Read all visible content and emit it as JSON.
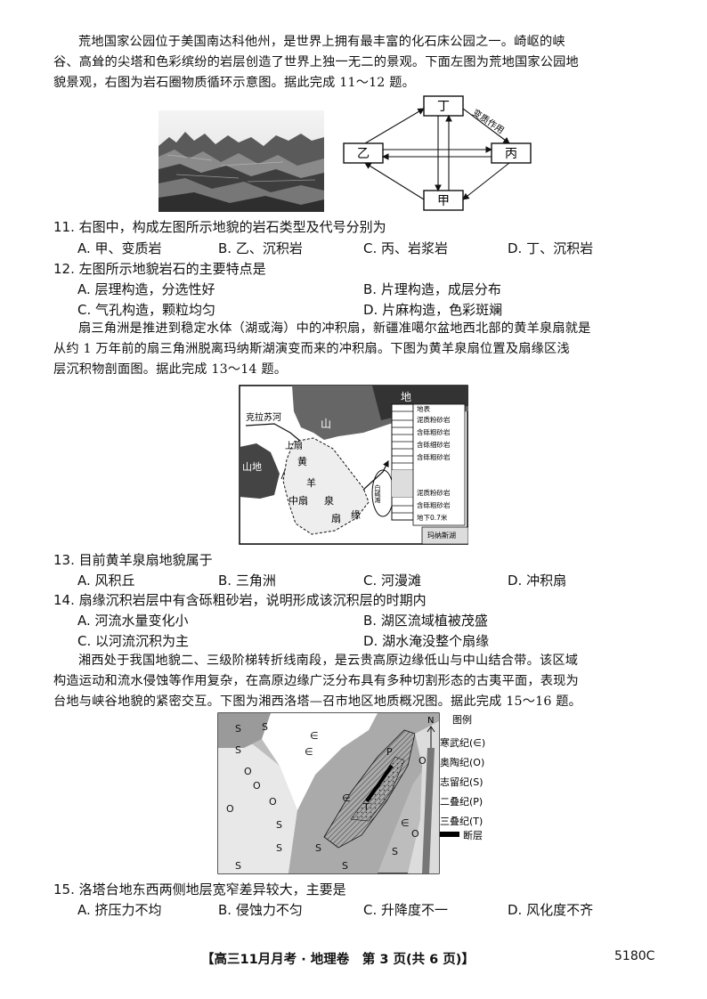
{
  "passage1": {
    "lines": [
      "荒地国家公园位于美国南达科他州，是世界上拥有最丰富的化石床公园之一。崎岖的峡",
      "谷、高耸的尖塔和色彩缤纷的岩层创造了世界上独一无二的景观。下面左图为荒地国家公园地",
      "貌景观，右图为岩石圈物质循环示意图。据此完成 11～12 题。"
    ]
  },
  "cycle_diagram": {
    "nodes": {
      "top": "丁",
      "left": "乙",
      "right": "丙",
      "bottom": "甲"
    },
    "edge_label": "变质作用"
  },
  "q11": {
    "stem": "11. 右图中，构成左图所示地貌的岩石类型及代号分别为",
    "options": [
      "A. 甲、变质岩",
      "B. 乙、沉积岩",
      "C. 丙、岩浆岩",
      "D. 丁、沉积岩"
    ]
  },
  "q12": {
    "stem": "12. 左图所示地貌岩石的主要特点是",
    "options": [
      "A. 层理构造，分选性好",
      "B. 片理构造，成层分布",
      "C. 气孔构造，颗粒均匀",
      "D. 片麻构造，色彩斑斓"
    ]
  },
  "passage2": {
    "lines": [
      "扇三角洲是推进到稳定水体（湖或海）中的冲积扇，新疆准噶尔盆地西北部的黄羊泉扇就是",
      "从约 1 万年前的扇三角洲脱离玛纳斯湖演变而来的冲积扇。下图为黄羊泉扇位置及扇缘区浅",
      "层沉积物剖面图。据此完成 13～14 题。"
    ]
  },
  "fan_map": {
    "labels": {
      "river": "克拉苏河",
      "mountain_top": "地",
      "mountain_mid": "山",
      "mountain_left": "山地",
      "upper_fan": "上扇",
      "fan1": "黄",
      "fan2": "羊",
      "fan3": "泉",
      "mid_fan": "中扇",
      "fan_edge1": "扇",
      "fan_edge2": "缘",
      "lake": "玛纳斯湖",
      "white_stone": "白碱滩"
    },
    "column_layers": [
      "地表",
      "泥质粉砂岩",
      "含砾粗砂岩",
      "含砾细砂岩",
      "含砾粗砂岩",
      "泥质粉砂岩",
      "含砾粗砂岩",
      "地下0.7米"
    ]
  },
  "q13": {
    "stem": "13. 目前黄羊泉扇地貌属于",
    "options": [
      "A. 风积丘",
      "B. 三角洲",
      "C. 河漫滩",
      "D. 冲积扇"
    ]
  },
  "q14": {
    "stem": "14. 扇缘沉积岩层中有含砾粗砂岩，说明形成该沉积层的时期内",
    "options": [
      "A. 河流水量变化小",
      "B. 湖区流域植被茂盛",
      "C. 以河流沉积为主",
      "D. 湖水淹没整个扇缘"
    ]
  },
  "passage3": {
    "lines": [
      "湘西处于我国地貌二、三级阶梯转折线南段，是云贵高原边缘低山与中山结合带。该区域",
      "构造运动和流水侵蚀等作用复杂，在高原边缘广泛分布具有多种切割形态的古夷平面，表现为",
      "台地与峡谷地貌的紧密交互。下图为湘西洛塔—召市地区地质概况图。据此完成 15～16 题。"
    ]
  },
  "geo_map": {
    "legend_title": "图例",
    "legend": [
      "寒武纪(∈)",
      "奥陶纪(O)",
      "志留纪(S)",
      "二叠纪(P)",
      "三叠纪(T)",
      "断层"
    ],
    "north": "N",
    "symbols": {
      "cambrian": "∈",
      "ordovician": "O",
      "silurian": "S",
      "permian": "P",
      "triassic": "T"
    }
  },
  "q15": {
    "stem": "15. 洛塔台地东西两侧地层宽窄差异较大，主要是",
    "options": [
      "A. 挤压力不均",
      "B. 侵蚀力不匀",
      "C. 升降度不一",
      "D. 风化度不齐"
    ]
  },
  "footer": {
    "text": "【高三11月月考 · 地理卷　第 3 页(共 6 页)】",
    "code": "5180C"
  }
}
